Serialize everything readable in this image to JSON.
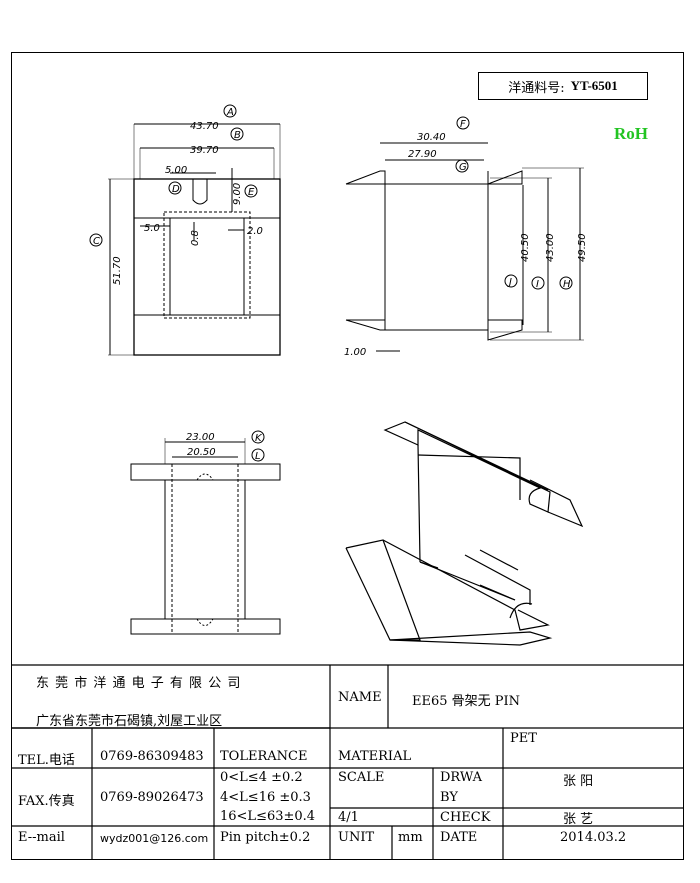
{
  "part_box": {
    "label": "洋通料号:",
    "number": "YT-6501"
  },
  "rohs": "RoH",
  "dimensions": {
    "top_outer_width": "43.70",
    "top_inner_width": "39.70",
    "slot_width": "5.00",
    "slot_depth": "9.00",
    "window_offset": "5.0",
    "wall": "0.8",
    "gap": "2.0",
    "height": "51.70",
    "side_outer": "30.40",
    "side_inner": "27.90",
    "h_j": "40.50",
    "h_i": "43.00",
    "h_h": "49.50",
    "flange": "1.00",
    "bottom_outer": "23.00",
    "bottom_inner": "20.50"
  },
  "labels": {
    "A": "A",
    "B": "B",
    "C": "C",
    "D": "D",
    "E": "E",
    "F": "F",
    "G": "G",
    "H": "H",
    "I": "I",
    "J": "J",
    "K": "K",
    "L": "L"
  },
  "title_block": {
    "company": "东 莞 市 洋 通 电 子 有 限 公 司",
    "address": "广东省东莞市石碣镇,刘屋工业区",
    "name_label": "NAME",
    "name_value": "EE65 骨架无 PIN",
    "tel_label": "TEL.电话",
    "tel_value": "0769-86309483",
    "fax_label": "FAX.传真",
    "fax_value": "0769-89026473",
    "email_label": "E--mail",
    "email_value": "wydz001@126.com",
    "tolerance_label": "TOLERANCE",
    "tol_1": "0<L≤4  ±0.2",
    "tol_2": "4<L≤16 ±0.3",
    "tol_3": "16<L≤63±0.4",
    "tol_4": "Pin pitch±0.2",
    "material_label": "MATERIAL",
    "material_value": "PET",
    "scale_label": "SCALE",
    "scale_value": "4/1",
    "drawn_label_1": "DRWA",
    "drawn_label_2": "BY",
    "drawn_value": "张 阳",
    "check_label": "CHECK",
    "check_value": "张 艺",
    "unit_label": "UNIT",
    "unit_value": "mm",
    "date_label": "DATE",
    "date_value": "2014.03.2"
  }
}
